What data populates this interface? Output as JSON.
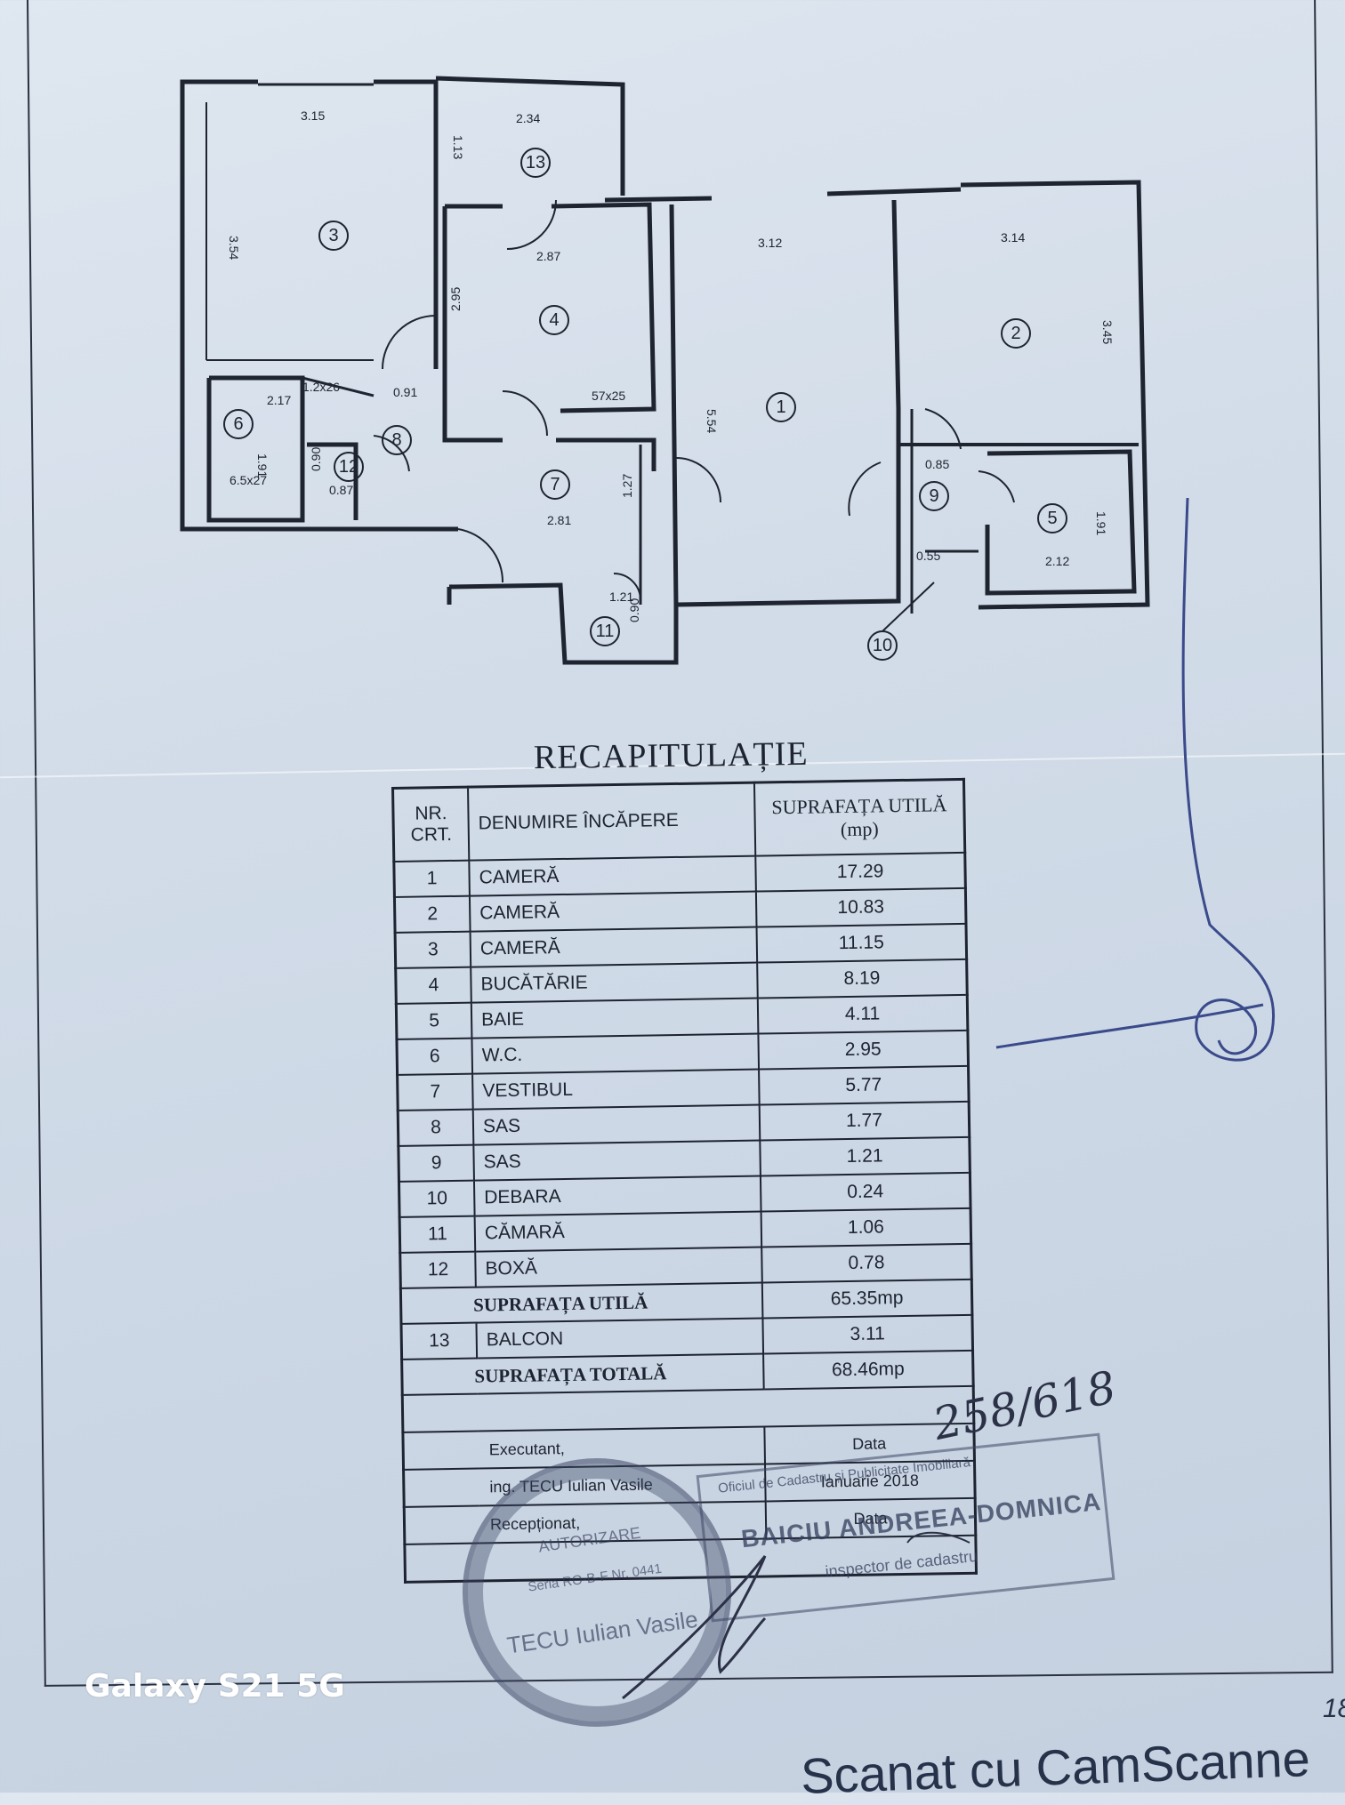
{
  "plan": {
    "rooms": [
      {
        "number": "1"
      },
      {
        "number": "2"
      },
      {
        "number": "3"
      },
      {
        "number": "4"
      },
      {
        "number": "5"
      },
      {
        "number": "6"
      },
      {
        "number": "7"
      },
      {
        "number": "8"
      },
      {
        "number": "9"
      },
      {
        "number": "10"
      },
      {
        "number": "11"
      },
      {
        "number": "12"
      },
      {
        "number": "13"
      }
    ],
    "dimensions": [
      "3.15",
      "3.54",
      "2.34",
      "1.13",
      "2.87",
      "2.95",
      "3.12",
      "3.14",
      "3.45",
      "5.54",
      "2.17",
      "1.2x26",
      "0.91",
      "0.85",
      "6.5x27",
      "1.91",
      "0.90",
      "0.87",
      "2.81",
      "1.21",
      "0.90",
      "0.55",
      "2.12",
      "1.91",
      "57x25",
      "1.27"
    ]
  },
  "recap": {
    "title": "RECAPITULAȚIE",
    "headers": {
      "nr": "NR. CRT.",
      "name": "DENUMIRE ÎNCĂPERE",
      "area": "SUPRAFAȚA UTILĂ (mp)"
    },
    "rows": [
      {
        "nr": "1",
        "name": "CAMERĂ",
        "area": "17.29"
      },
      {
        "nr": "2",
        "name": "CAMERĂ",
        "area": "10.83"
      },
      {
        "nr": "3",
        "name": "CAMERĂ",
        "area": "11.15"
      },
      {
        "nr": "4",
        "name": "BUCĂTĂRIE",
        "area": "8.19"
      },
      {
        "nr": "5",
        "name": "BAIE",
        "area": "4.11"
      },
      {
        "nr": "6",
        "name": "W.C.",
        "area": "2.95"
      },
      {
        "nr": "7",
        "name": "VESTIBUL",
        "area": "5.77"
      },
      {
        "nr": "8",
        "name": "SAS",
        "area": "1.77"
      },
      {
        "nr": "9",
        "name": "SAS",
        "area": "1.21"
      },
      {
        "nr": "10",
        "name": "DEBARA",
        "area": "0.24"
      },
      {
        "nr": "11",
        "name": "CĂMARĂ",
        "area": "1.06"
      },
      {
        "nr": "12",
        "name": "BOXĂ",
        "area": "0.78"
      }
    ],
    "useful_total": {
      "label": "SUPRAFAȚA UTILĂ",
      "value": "65.35mp"
    },
    "balcony": {
      "nr": "13",
      "name": "BALCON",
      "area": "3.11"
    },
    "grand_total": {
      "label": "SUPRAFAȚA TOTALĂ",
      "value": "68.46mp"
    },
    "executant_label": "Executant,",
    "executant_name": "ing. TECU Iulian Vasile",
    "receptionat_label": "Recepționat,",
    "date_label": "Data",
    "date_value": "Ianuarie 2018",
    "date_label_2": "Data"
  },
  "annotations": {
    "handwritten_number": "258/618",
    "stamp_rect": {
      "line1": "Oficiul de Cadastru și Publicitate Imobiliară",
      "name": "BAICIU ANDREEA-DOMNICA",
      "line3": "inspector de cadastru"
    },
    "stamp_round": {
      "line1": "AUTORIZARE",
      "line2": "Seria RO-B-F Nr. 0441",
      "line3": "TECU Iulian Vasile"
    }
  },
  "footer": {
    "device": "Galaxy S21 5G",
    "scanner": "Scanat cu CamScanne",
    "page": "18"
  }
}
